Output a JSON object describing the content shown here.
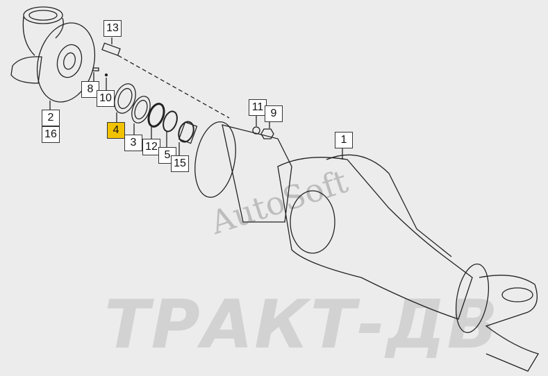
{
  "watermark": {
    "brand": "ТРАКТ-ДВ",
    "vendor": "AutoSoft"
  },
  "colors": {
    "highlight": "#f2c200",
    "background": "#ececec",
    "line": "#222222"
  },
  "callouts": [
    {
      "id": "13",
      "label": "13"
    },
    {
      "id": "8",
      "label": "8"
    },
    {
      "id": "10",
      "label": "10"
    },
    {
      "id": "2",
      "label": "2"
    },
    {
      "id": "16",
      "label": "16"
    },
    {
      "id": "4",
      "label": "4",
      "selected": true
    },
    {
      "id": "3",
      "label": "3"
    },
    {
      "id": "12",
      "label": "12"
    },
    {
      "id": "5",
      "label": "5"
    },
    {
      "id": "15",
      "label": "15"
    },
    {
      "id": "11",
      "label": "11"
    },
    {
      "id": "9",
      "label": "9"
    },
    {
      "id": "1",
      "label": "1"
    }
  ]
}
